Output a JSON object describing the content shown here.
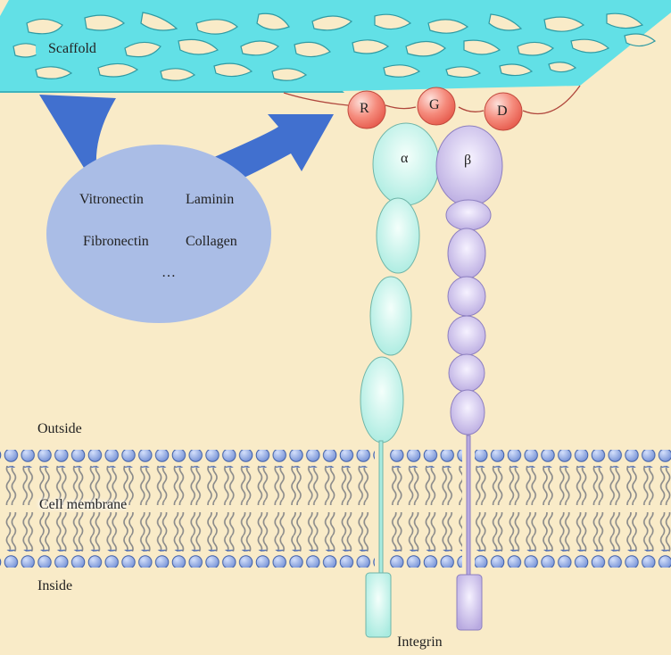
{
  "labels": {
    "scaffold": "Scaffold",
    "outside": "Outside",
    "cell_membrane": "Cell membrane",
    "inside": "Inside",
    "integrin": "Integrin"
  },
  "rgd": {
    "r": "R",
    "g": "G",
    "d": "D"
  },
  "subunits": {
    "alpha": "α",
    "beta": "β"
  },
  "proteins": {
    "vitronectin": "Vitronectin",
    "laminin": "Laminin",
    "fibronectin": "Fibronectin",
    "collagen": "Collagen",
    "more": "…"
  },
  "colors": {
    "background": "#f9ebc8",
    "scaffold": "#62e0e6",
    "alpha_subunit": "#a9ebe0",
    "beta_subunit": "#b8a9e0",
    "rgd_peptide": "#f07c6c",
    "ecm_bubble": "#aabde6",
    "arrow": "#4170cf",
    "lipid_head": "#8aa4e2",
    "lipid_tail": "#8a8a8a"
  }
}
